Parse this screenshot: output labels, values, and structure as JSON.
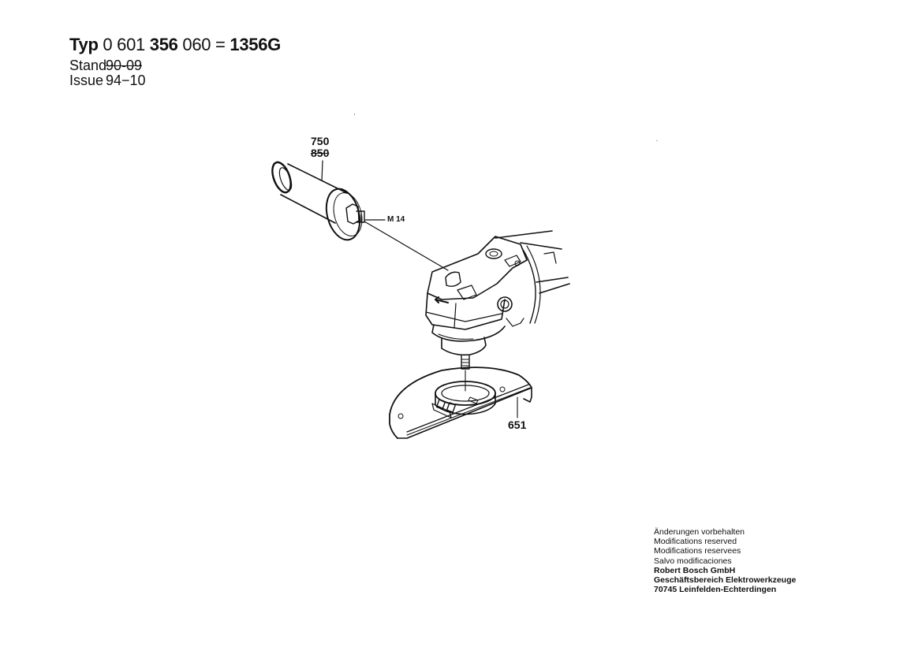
{
  "header": {
    "typ_label": "Typ",
    "part_number_parts": [
      "0 601",
      "356",
      "060",
      "=",
      "1356",
      "G"
    ],
    "stand_label": "Stand",
    "stand_value": "90-09",
    "stand_struck": true,
    "issue_label": "Issue",
    "issue_value": "94−10"
  },
  "callouts": {
    "handle_current": "750",
    "handle_previous": "850",
    "thread": "M 14",
    "guard": "651"
  },
  "parts": [
    {
      "ref": "750",
      "previous_ref": "850",
      "name": "auxiliary-handle",
      "thread": "M 14"
    },
    {
      "ref": "651",
      "name": "protective-guard"
    }
  ],
  "footer": {
    "notices": [
      "Änderungen vorbehalten",
      "Modifications reserved",
      "Modifications reservees",
      "Salvo modificaciones"
    ],
    "company": [
      "Robert Bosch GmbH",
      "Geschäftsbereich Elektrowerkzeuge",
      "70745 Leinfelden-Echterdingen"
    ]
  }
}
